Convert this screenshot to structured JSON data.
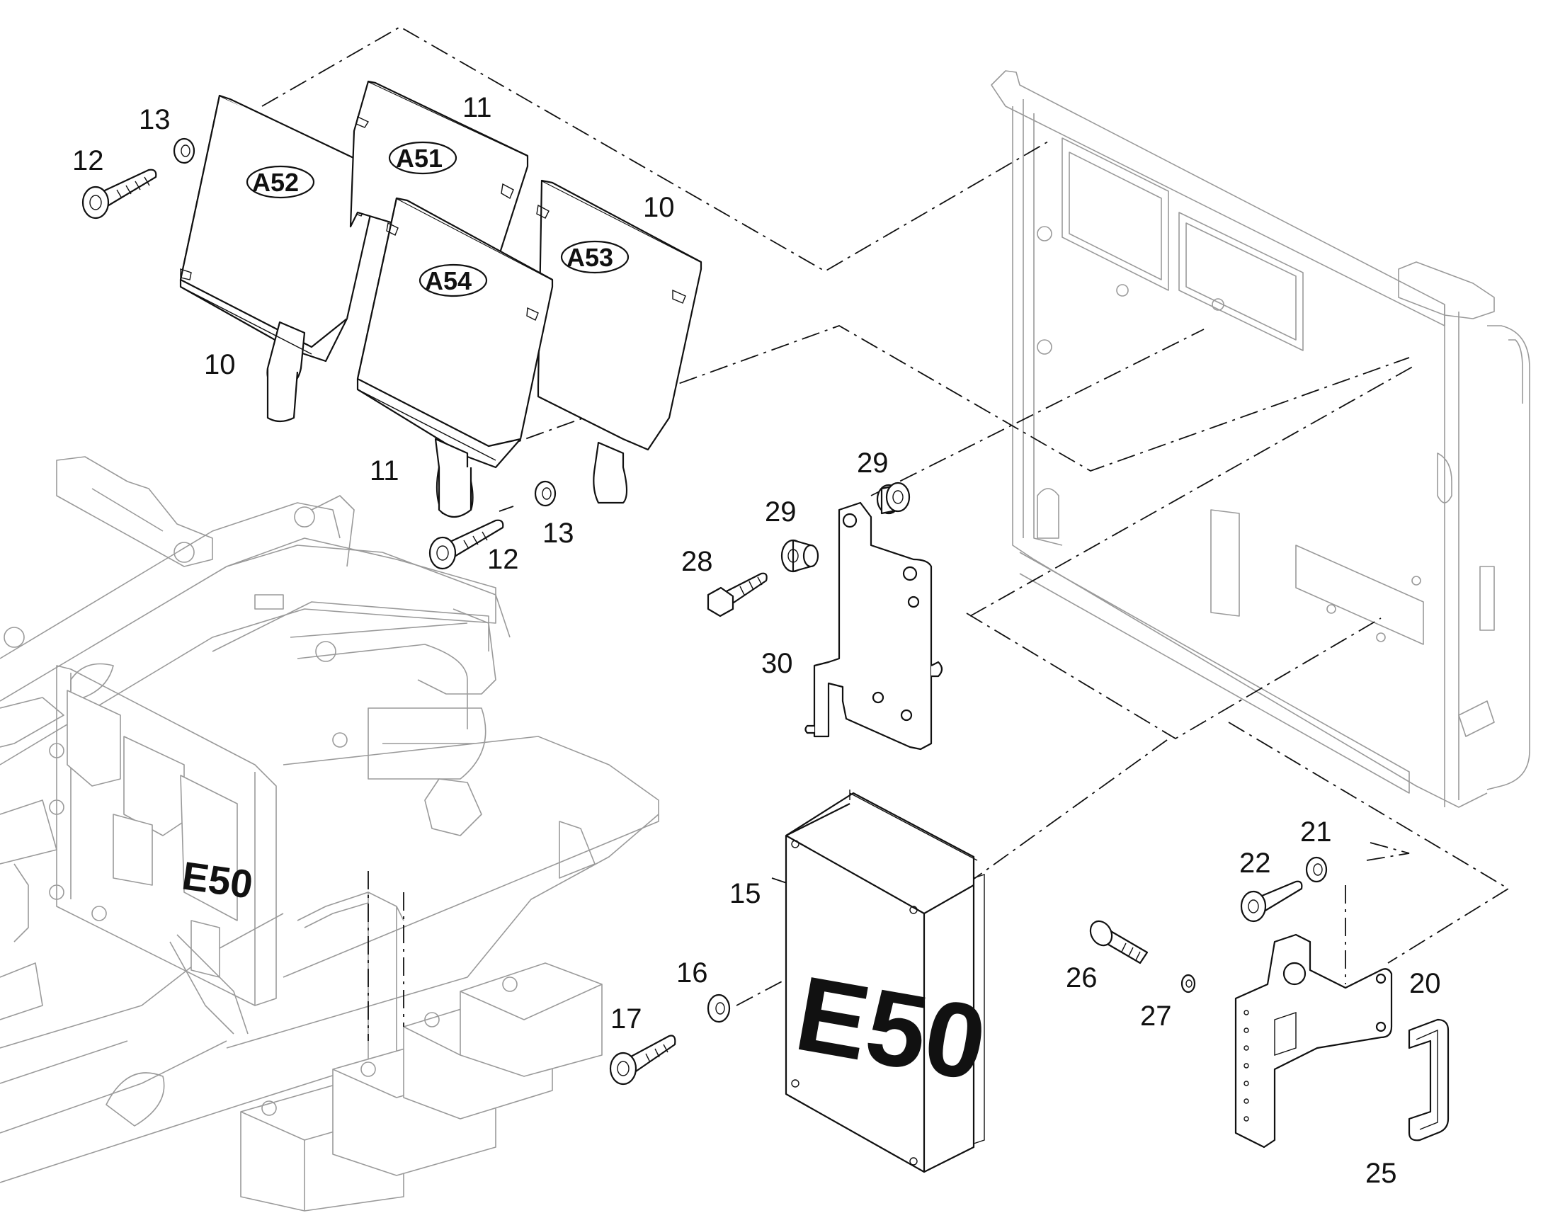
{
  "callouts": {
    "c10a": "10",
    "c10b": "10",
    "c11a": "11",
    "c11b": "11",
    "c12a": "12",
    "c12b": "12",
    "c13a": "13",
    "c13b": "13",
    "c15": "15",
    "c16": "16",
    "c17": "17",
    "c20": "20",
    "c21": "21",
    "c22": "22",
    "c25": "25",
    "c26": "26",
    "c27": "27",
    "c28": "28",
    "c29a": "29",
    "c29b": "29",
    "c30": "30"
  },
  "module_tags": {
    "a51": "A51",
    "a52": "A52",
    "a53": "A53",
    "a54": "A54"
  },
  "box_label": "E50",
  "frame_label": "E50",
  "colors": {
    "line": "#111111",
    "background_line": "#9a9a9a",
    "background": "#ffffff"
  }
}
